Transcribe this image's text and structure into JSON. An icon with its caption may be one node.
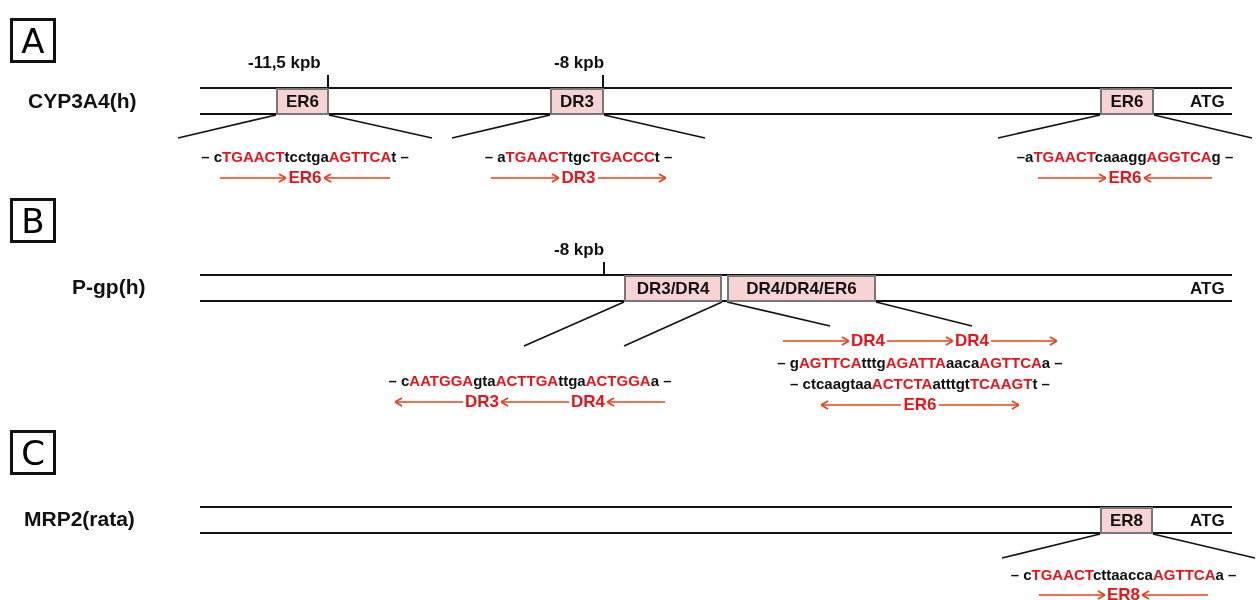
{
  "diagram": {
    "nodes": [
      {
        "text": [
          "A"
        ]
      },
      {
        "text": [
          "ER6"
        ]
      },
      {
        "text": [
          "DR3"
        ]
      },
      {
        "text": [
          "ER6"
        ]
      },
      {
        "text": [
          "– cTGAACTtcctgaAGTTCAt –",
          "ER6"
        ]
      },
      {
        "text": [
          "– aTGAACTtgcTGACCCt –",
          "DR3"
        ]
      },
      {
        "text": [
          "–aTGAACTcaaaggAGGTCAg –",
          "ER6"
        ]
      },
      {
        "text": [
          "B"
        ]
      },
      {
        "text": [
          "DR3/DR4"
        ]
      },
      {
        "text": [
          "DR4/DR4/ER6"
        ]
      },
      {
        "text": [
          "DR4",
          "DR4",
          "– gAGTTCAtttgAGATTAaacaAGTTCAa –",
          "– ctcaagtaaACTCTAatttgtTCAAGTt –",
          "ER6"
        ]
      },
      {
        "text": [
          "– cAATGGAgtaACTTGAttgaACTGGAa –",
          "DR3",
          "DR4"
        ]
      },
      {
        "text": [
          "C"
        ]
      },
      {
        "text": [
          "ER8"
        ]
      },
      {
        "text": [
          "– cTGAACTcttaaccaAGTTCAa –",
          "ER8"
        ]
      }
    ],
    "edges": [
      {
        "from": 1,
        "to": 4,
        "arrow": "none"
      },
      {
        "from": 1,
        "to": 4,
        "arrow": "none"
      },
      {
        "from": 2,
        "to": 5,
        "arrow": "none"
      },
      {
        "from": 2,
        "to": 5,
        "arrow": "none"
      },
      {
        "from": 3,
        "to": 6,
        "arrow": "none"
      },
      {
        "from": 3,
        "to": 6,
        "arrow": "none"
      },
      {
        "from": 8,
        "to": 11,
        "arrow": "none"
      },
      {
        "from": 8,
        "to": 11,
        "arrow": "none"
      },
      {
        "from": 9,
        "to": 10,
        "arrow": "none"
      },
      {
        "from": 9,
        "to": 10,
        "arrow": "none"
      },
      {
        "from": 13,
        "to": 14,
        "arrow": "none"
      },
      {
        "from": 13,
        "to": 14,
        "arrow": "none"
      }
    ],
    "labels": [
      "-11,5 kpb",
      "-8 kpb",
      "CYP3A4(h)",
      "ATG",
      "-8 kpb",
      "P-gp(h)",
      "ATG",
      "MRP2(rata)",
      "ATG"
    ]
  }
}
